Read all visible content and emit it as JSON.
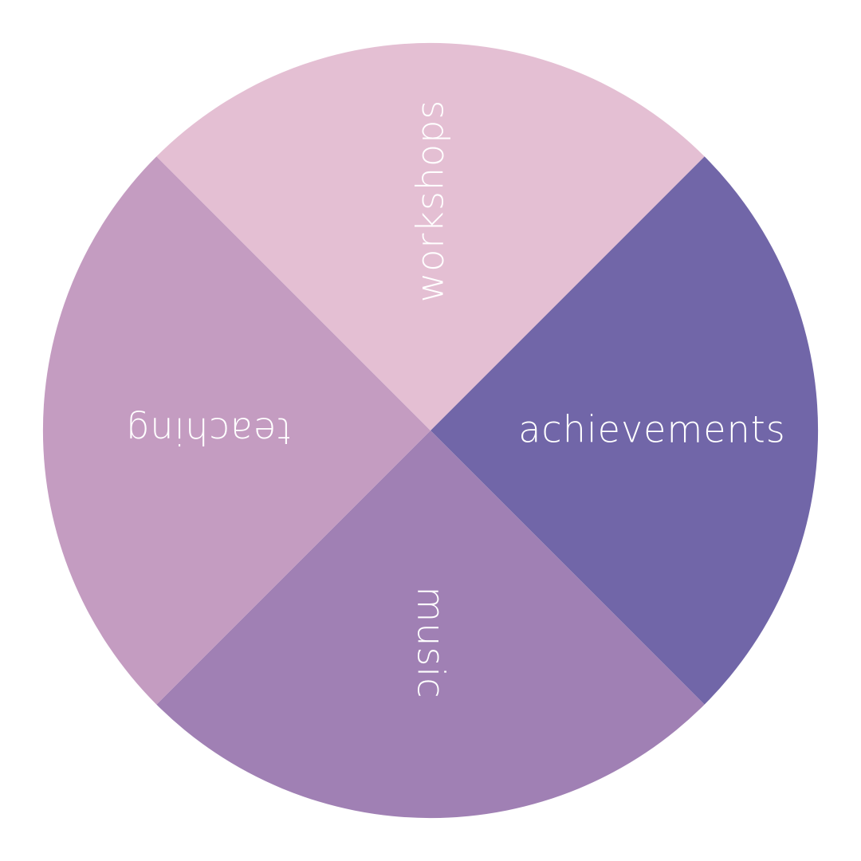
{
  "wheel": {
    "segments": [
      {
        "id": "achievements",
        "label": "achievements",
        "color": "#7166a8"
      },
      {
        "id": "music",
        "label": "music",
        "color": "#a080b4"
      },
      {
        "id": "teaching",
        "label": "teaching",
        "color": "#c49cc1"
      },
      {
        "id": "workshops",
        "label": "workshops",
        "color": "#e4bfd3"
      }
    ]
  }
}
